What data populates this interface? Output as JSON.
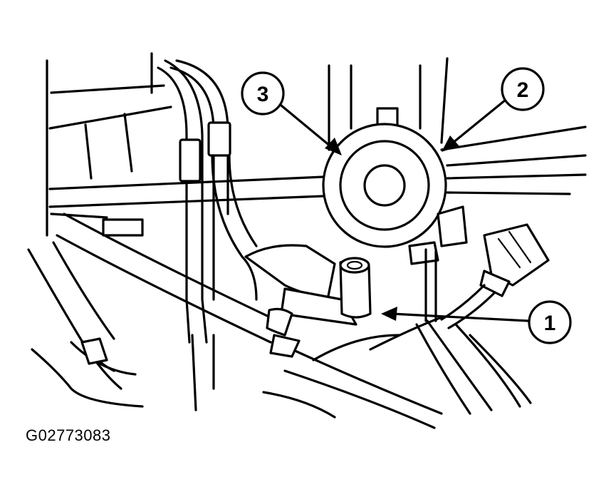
{
  "callouts": [
    {
      "number": "1"
    },
    {
      "number": "2"
    },
    {
      "number": "3"
    }
  ],
  "figure_id": "G02773083"
}
